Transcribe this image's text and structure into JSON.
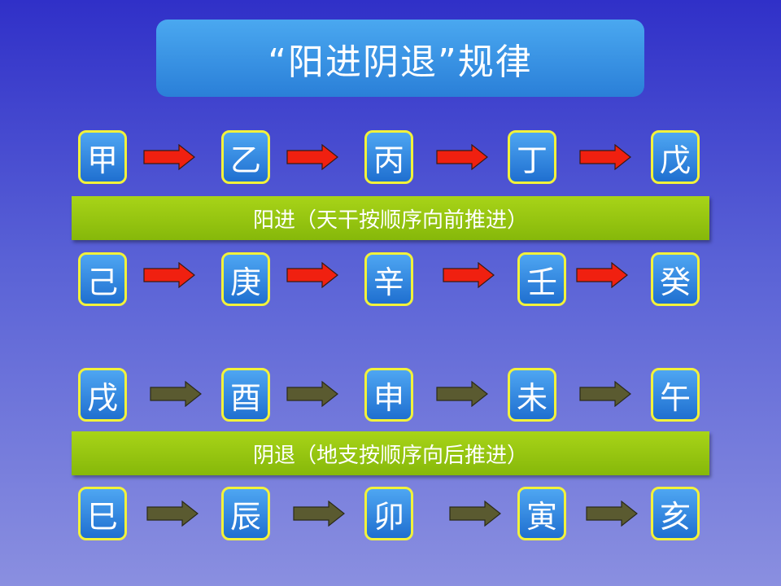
{
  "title": "“阳进阴退”规律",
  "yang": {
    "row1": [
      "甲",
      "乙",
      "丙",
      "丁",
      "戊"
    ],
    "band": "阳进（天干按顺序向前推进）",
    "row2": [
      "己",
      "庚",
      "辛",
      "壬",
      "癸"
    ]
  },
  "yin": {
    "row1": [
      "戌",
      "酉",
      "申",
      "未",
      "午"
    ],
    "band": "阴退（地支按顺序向后推进）",
    "row2": [
      "巳",
      "辰",
      "卯",
      "寅",
      "亥"
    ]
  },
  "colors": {
    "yang_arrow": "#f02010",
    "yin_arrow": "#5a5a30",
    "cell_border": "#f2f23a",
    "band": "#96c810"
  }
}
